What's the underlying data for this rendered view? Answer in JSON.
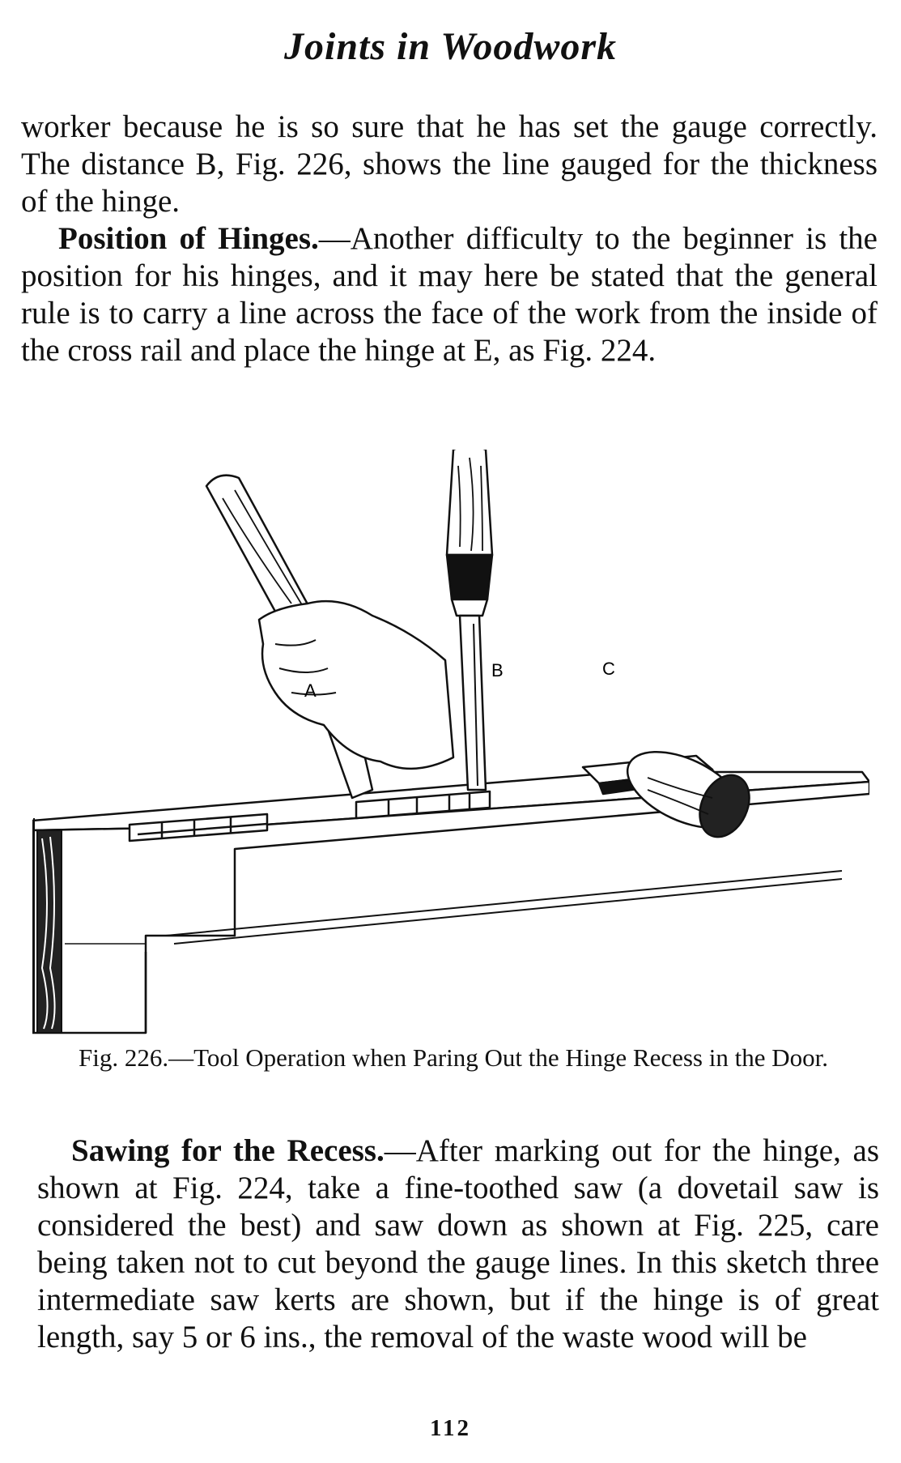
{
  "running_head": "Joints in Woodwork",
  "paragraph_1": "worker because he is so sure that he has set the gauge correctly. The distance B, Fig. 226, shows the line gauged for the thickness of the hinge.",
  "section_position": {
    "heading": "Position of Hinges.",
    "text": "—Another difficulty to the beginner is the position for his hinges, and it may here be stated that the general rule is to carry a line across the face of the work from the inside of the cross rail and place the hinge at E, as Fig. 224."
  },
  "figure": {
    "labels": {
      "a": "A",
      "b": "B",
      "c": "C"
    },
    "caption": "Fig. 226.—Tool Operation when Paring Out the Hinge Recess in the Door."
  },
  "section_sawing": {
    "heading": "Sawing for the Recess.",
    "text": "—After marking out for the hinge, as shown at Fig. 224, take a fine-toothed saw (a dovetail saw is considered the best) and saw down as shown at Fig. 225, care being taken not to cut beyond the gauge lines. In this sketch three intermediate saw kerts are shown, but if the hinge is of great length, say 5 or 6 ins., the removal of the waste wood will be"
  },
  "page_number": "112"
}
